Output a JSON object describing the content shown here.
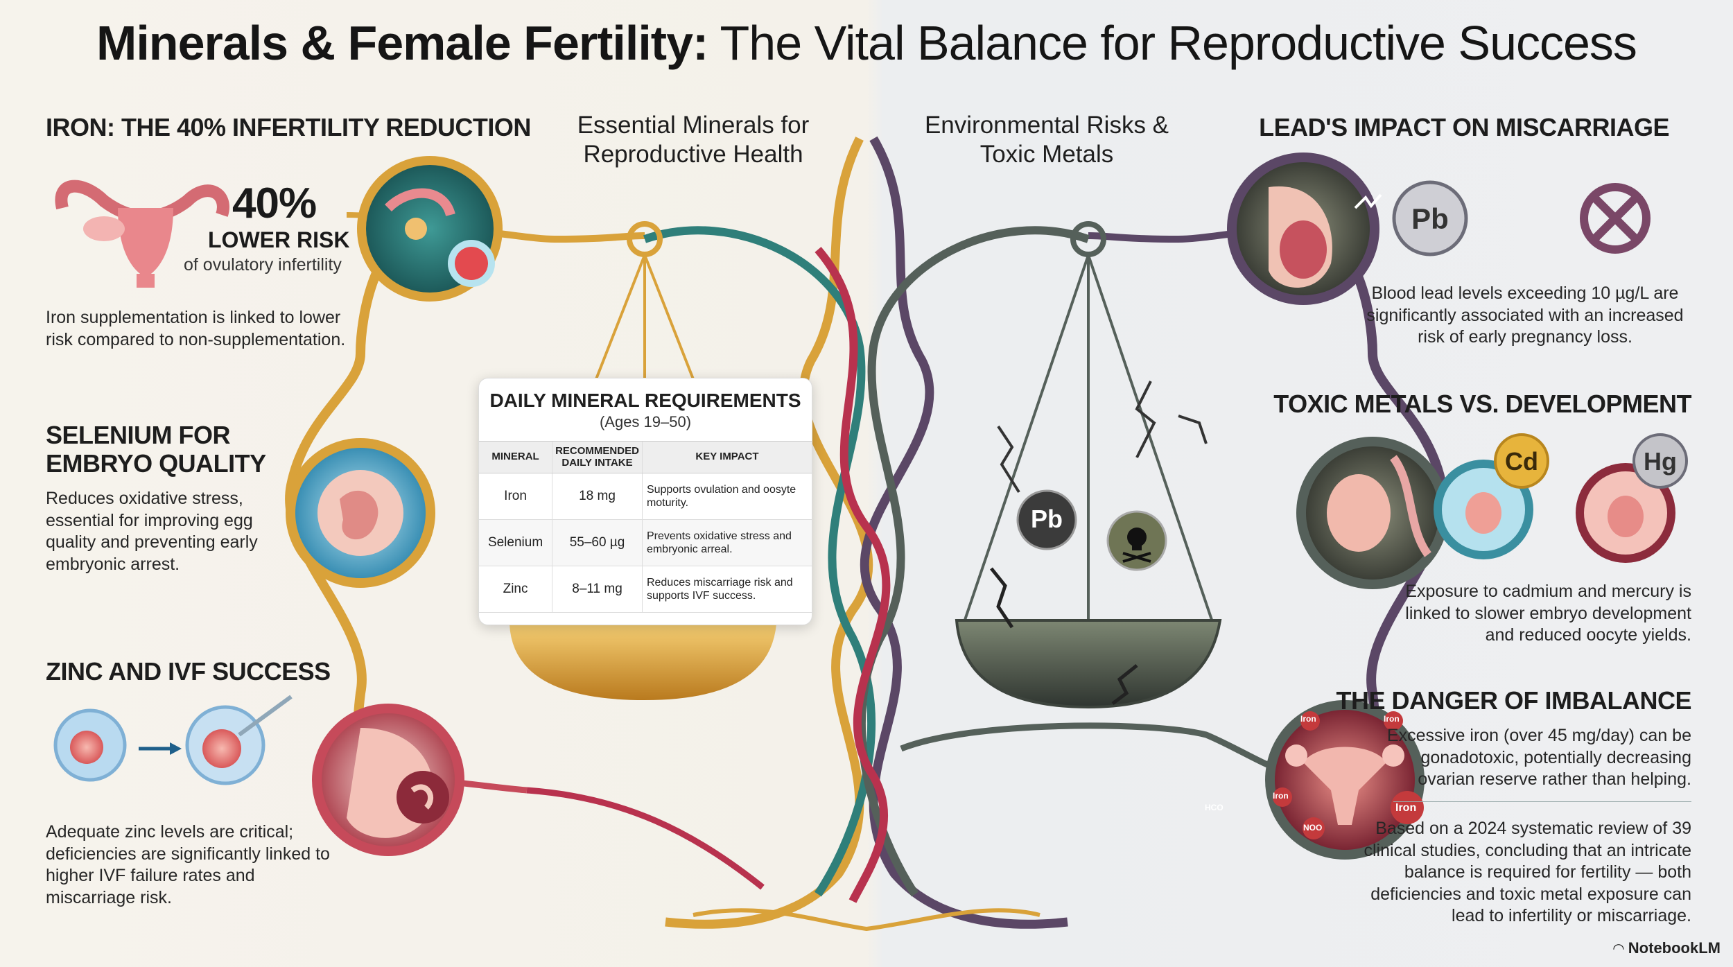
{
  "title": {
    "bold": "Minerals & Female Fertility:",
    "rest": "The Vital Balance for Reproductive Success"
  },
  "left": {
    "iron": {
      "heading": "IRON: THE 40% INFERTILITY REDUCTION",
      "stat_big": "40%",
      "stat_mid": "LOWER RISK",
      "stat_small": "of ovulatory infertility",
      "body": "Iron supplementation is linked to lower risk compared to non-supplementation."
    },
    "selenium": {
      "heading_line1": "SELENIUM FOR",
      "heading_line2": "EMBRYO QUALITY",
      "body": "Reduces oxidative stress, essential for improving egg quality and preventing early embryonic arrest."
    },
    "zinc": {
      "heading": "ZINC AND IVF SUCCESS",
      "body": "Adequate zinc levels are critical; deficiencies are significantly linked to higher IVF failure rates and miscarriage risk."
    }
  },
  "center": {
    "left_heading": "Essential Minerals for Reproductive Health",
    "right_heading": "Environmental Risks & Toxic Metals",
    "scale_labels": {
      "pb": "Pb"
    }
  },
  "table": {
    "title": "DAILY MINERAL REQUIREMENTS",
    "subtitle": "(Ages 19–50)",
    "headers": [
      "MINERAL",
      "RECOMMENDED DAILY INTAKE",
      "KEY IMPACT"
    ],
    "rows": [
      [
        "Iron",
        "18 mg",
        "Supports ovulation and oosyte moturity."
      ],
      [
        "Selenium",
        "55–60 µg",
        "Prevents oxidative stress and embryonic arreal."
      ],
      [
        "Zinc",
        "8–11 mg",
        "Reduces miscarriage risk and supports IVF success."
      ]
    ]
  },
  "right": {
    "lead": {
      "heading": "LEAD'S IMPACT ON MISCARRIAGE",
      "badge": "Pb",
      "body": "Blood lead levels exceeding 10 µg/L are significantly associated with an increased risk of early pregnancy loss."
    },
    "toxic": {
      "heading": "TOXIC METALS VS. DEVELOPMENT",
      "badge_cd": "Cd",
      "badge_hg": "Hg",
      "body": "Exposure to cadmium and mercury is linked to slower embryo development and reduced oocyte yields."
    },
    "imbalance": {
      "heading": "THE DANGER OF IMBALANCE",
      "body": "Excessive iron (over 45 mg/day) can be gonadotoxic, potentially decreasing ovarian reserve rather than helping.",
      "note": "Based on a 2024 systematic review of 39 clinical studies, concluding that an intricate balance is required for fertility — both deficiencies and toxic metal exposure can lead to infertility or miscarriage.",
      "bubble_labels": [
        "Iron",
        "Iron",
        "Iron",
        "HCO",
        "NOO",
        "Iron"
      ]
    }
  },
  "brand": "NotebookLM",
  "colors": {
    "gold_vine": "#d9a23a",
    "red_vine": "#b8324e",
    "teal_vine": "#2f7f7a",
    "purple_vine": "#5b4766",
    "slate_vine": "#55605a",
    "bowl_gold": "#e2a63c",
    "bowl_dark": "#4f5a4a"
  }
}
